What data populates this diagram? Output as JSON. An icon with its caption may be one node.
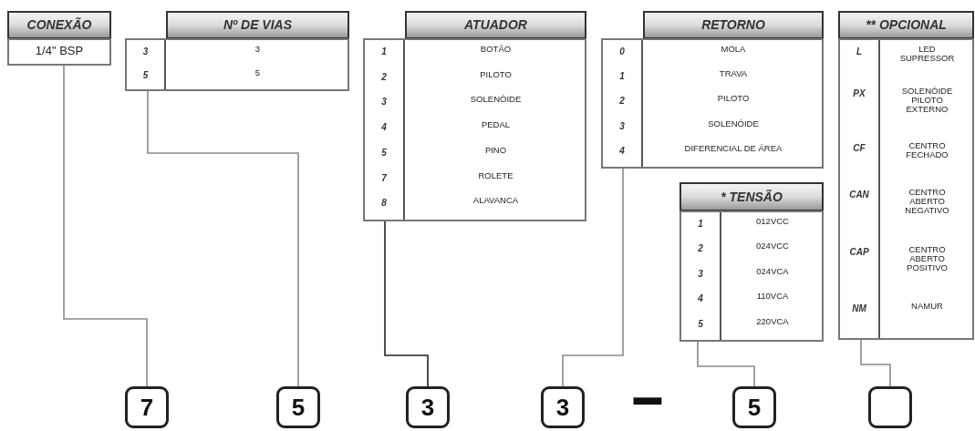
{
  "diagram": {
    "nodes": [
      {
        "text": [
          "CONEXÃO",
          "1/4\" BSP"
        ]
      },
      {
        "text": [
          "Nº DE VIAS",
          "3",
          "3",
          "5",
          "5"
        ]
      },
      {
        "text": [
          "ATUADOR",
          "1",
          "BOTÃO",
          "2",
          "PILOTO",
          "3",
          "SOLENÓIDE",
          "4",
          "PEDAL",
          "5",
          "PINO",
          "7",
          "ROLETE",
          "8",
          "ALAVANCA"
        ]
      },
      {
        "text": [
          "RETORNO",
          "0",
          "MOLA",
          "1",
          "TRAVA",
          "2",
          "PILOTO",
          "3",
          "SOLENÓIDE",
          "4",
          "DIFERENCIAL DE ÁREA"
        ]
      },
      {
        "text": [
          "* TENSÃO",
          "1",
          "012VCC",
          "2",
          "024VCC",
          "3",
          "024VCA",
          "4",
          "110VCA",
          "5",
          "220VCA"
        ]
      },
      {
        "text": [
          "** OPCIONAL",
          "L",
          "LED SUPRESSOR",
          "PX",
          "SOLENÓIDE PILOTO EXTERNO",
          "CF",
          "CENTRO FECHADO",
          "CAN",
          "CENTRO ABERTO NEGATIVO",
          "CAP",
          "CENTRO ABERTO POSITIVO",
          "NM",
          "NAMUR"
        ]
      },
      {
        "text": [
          "7"
        ]
      },
      {
        "text": [
          "5"
        ]
      },
      {
        "text": [
          "3"
        ]
      },
      {
        "text": [
          "3"
        ]
      },
      {
        "text": [
          "5"
        ]
      },
      {
        "text": [],
        "shape": "box"
      }
    ],
    "edges": [
      {
        "from": 0,
        "to": 6,
        "arrow": "none"
      },
      {
        "from": 1,
        "to": 7,
        "arrow": "none"
      },
      {
        "from": 2,
        "to": 8,
        "arrow": "none",
        "color": "#222222"
      },
      {
        "from": 3,
        "to": 9,
        "arrow": "none"
      },
      {
        "from": 4,
        "to": 10,
        "arrow": "none"
      },
      {
        "from": 5,
        "to": 11,
        "arrow": "none"
      }
    ],
    "labels": [
      "-"
    ]
  }
}
